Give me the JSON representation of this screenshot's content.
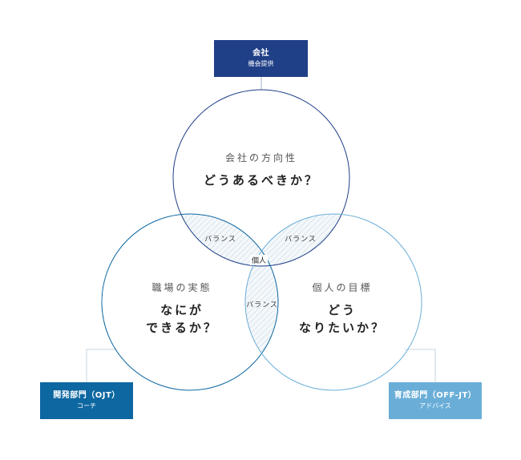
{
  "company_box": {
    "title": "会社",
    "subtitle": "機会提供",
    "color": "#1f3f87"
  },
  "ojt_box": {
    "title": "開発部門（OJT）",
    "subtitle": "コーチ",
    "color": "#0d67a1"
  },
  "offjt_box": {
    "title": "育成部門（OFF-JT）",
    "subtitle": "アドバイス",
    "color": "#6aaed8"
  },
  "circles": {
    "top": {
      "caption": "会社の方向性",
      "question": "どうあるべきか？",
      "color": "#1f3f87"
    },
    "left": {
      "caption": "職場の実態",
      "question_line1": "なにが",
      "question_line2": "できるか？",
      "color": "#0d67a1"
    },
    "right": {
      "caption": "個人の目標",
      "question_line1": "どう",
      "question_line2": "なりたいか？",
      "color": "#6aaed8"
    }
  },
  "overlaps": {
    "top_left": "バランス",
    "top_right": "バランス",
    "bottom": "バランス",
    "center": "個人"
  }
}
